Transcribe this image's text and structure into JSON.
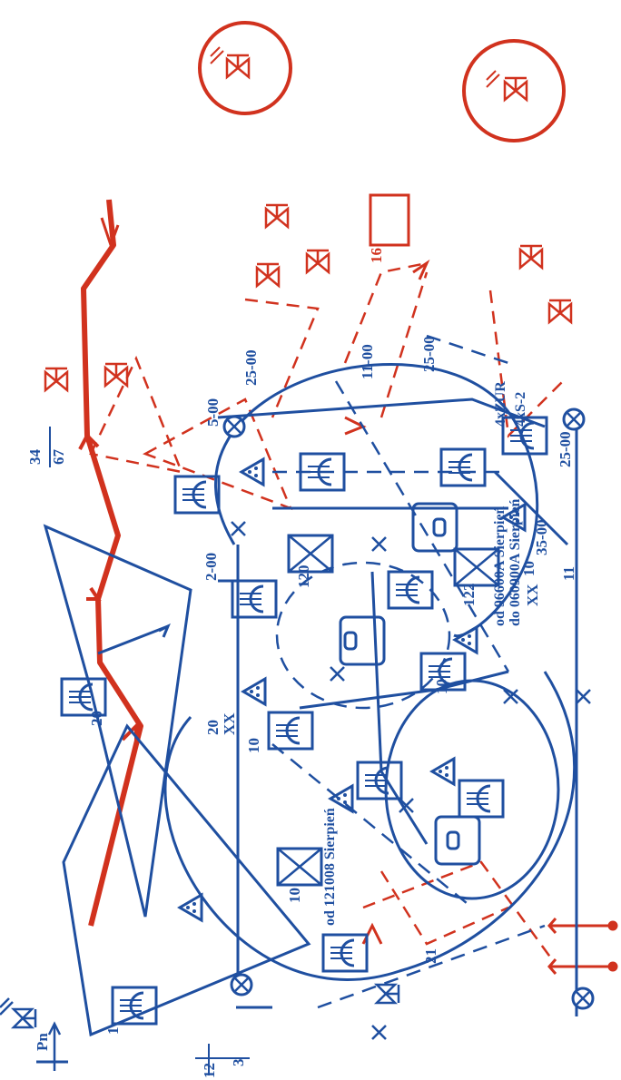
{
  "colors": {
    "blue": "#1f4fa0",
    "red": "#d1321e",
    "paper": "#ffffff"
  },
  "north_label": "Pn",
  "labels": {
    "sheet_top": "34",
    "sheet_bottom": "67",
    "corner_top": "12",
    "corner_bottom": "3",
    "time_2_00": "2-00",
    "time_5_00": "5-00",
    "time_25_00_a": "25-00",
    "time_11_00": "11-00",
    "time_25_00_b": "25-00",
    "time_35_00": "35-00",
    "time_25_00_c": "25-00",
    "num_120": "120",
    "num_122": "122",
    "num_10_a": "10",
    "num_10_b": "10",
    "num_10_c": "10",
    "num_10_d": "10",
    "num_11": "11",
    "num_16": "16",
    "num_20_a": "20",
    "num_20_b": "20",
    "num_21": "21",
    "num_1": "1",
    "xx_a": "XX",
    "xx_b": "XX",
    "date_a": "od 121008 Sierpień",
    "date_b": "od 96600A Sierpień",
    "date_c": "do 060900A Sierpień",
    "code_a": "4xZUR",
    "code_b": "4xS-2"
  }
}
